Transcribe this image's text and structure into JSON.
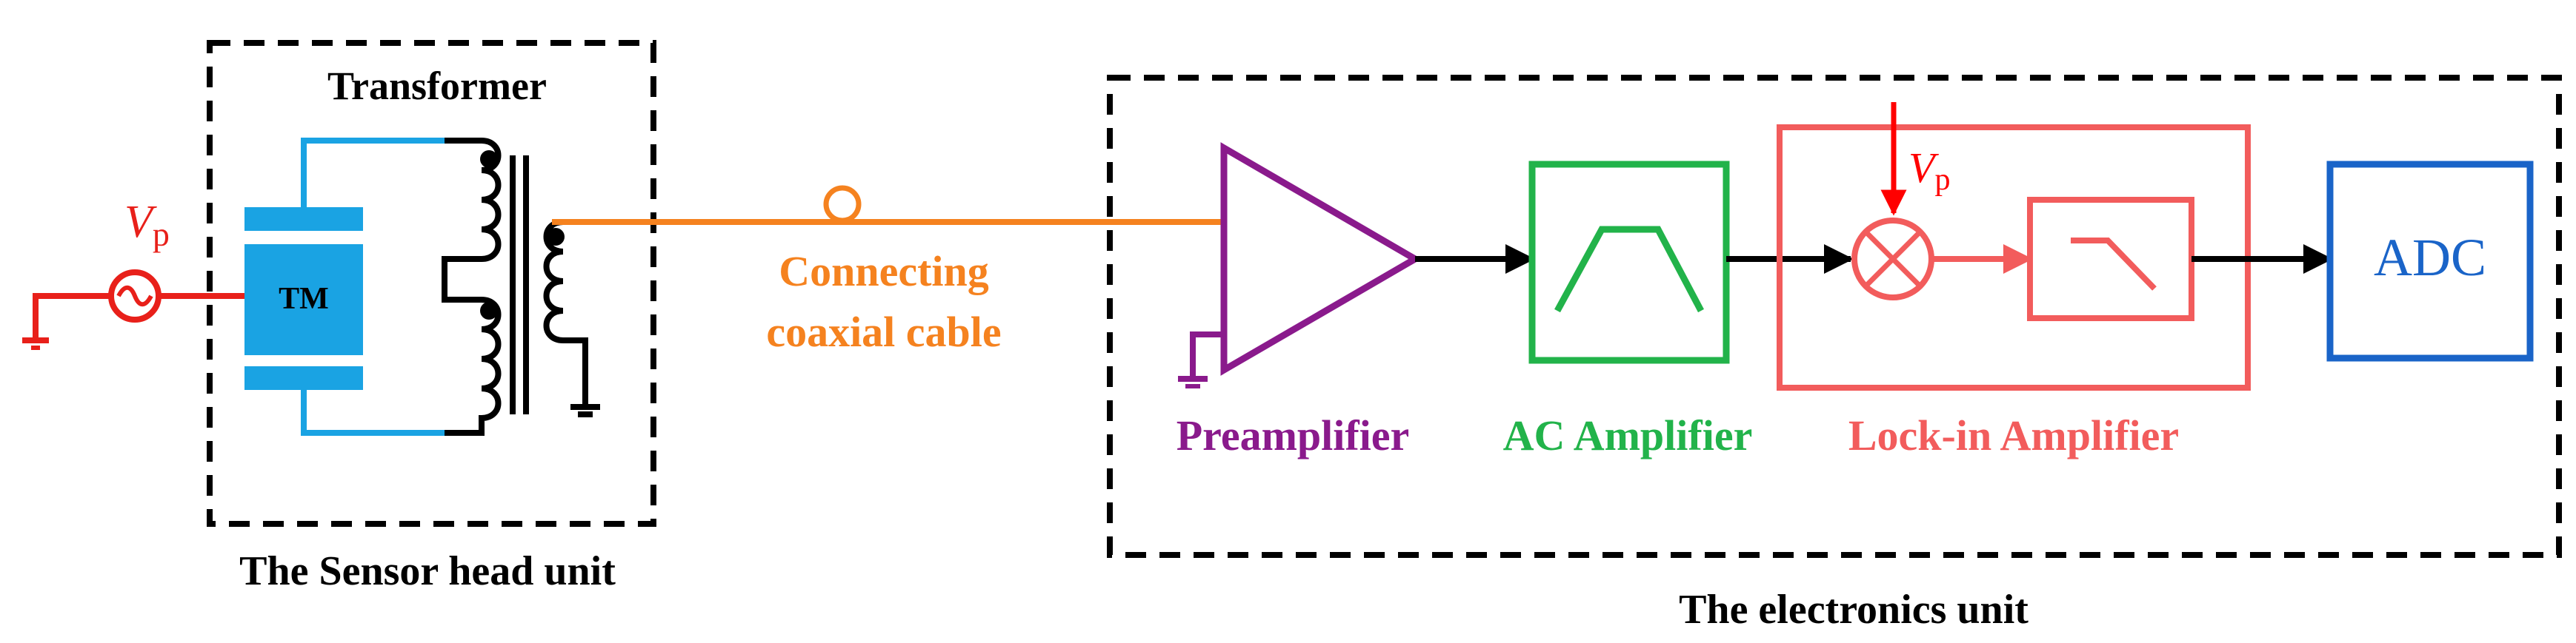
{
  "units": {
    "sensor_head_caption": "The Sensor head unit",
    "electronics_caption": "The electronics unit"
  },
  "sensor": {
    "transformer_label": "Transformer",
    "tm_label": "TM"
  },
  "source": {
    "symbol": "V",
    "subscript": "p"
  },
  "cable": {
    "label_line1": "Connecting",
    "label_line2": "coaxial cable"
  },
  "blocks": {
    "preamplifier": "Preamplifier",
    "ac_amplifier": "AC Amplifier",
    "lockin_amplifier": "Lock-in Amplifier",
    "adc": "ADC"
  },
  "reference": {
    "symbol": "V",
    "subscript": "p"
  },
  "colors": {
    "red": "#ff0000",
    "source_red": "#e8201a",
    "tm_blue": "#1aa3e3",
    "cable_orange": "#f5821f",
    "purple": "#8a1a8c",
    "green": "#22b34a",
    "lockin_red": "#f25c5c",
    "adc_blue": "#1a64c8",
    "black": "#000000"
  }
}
